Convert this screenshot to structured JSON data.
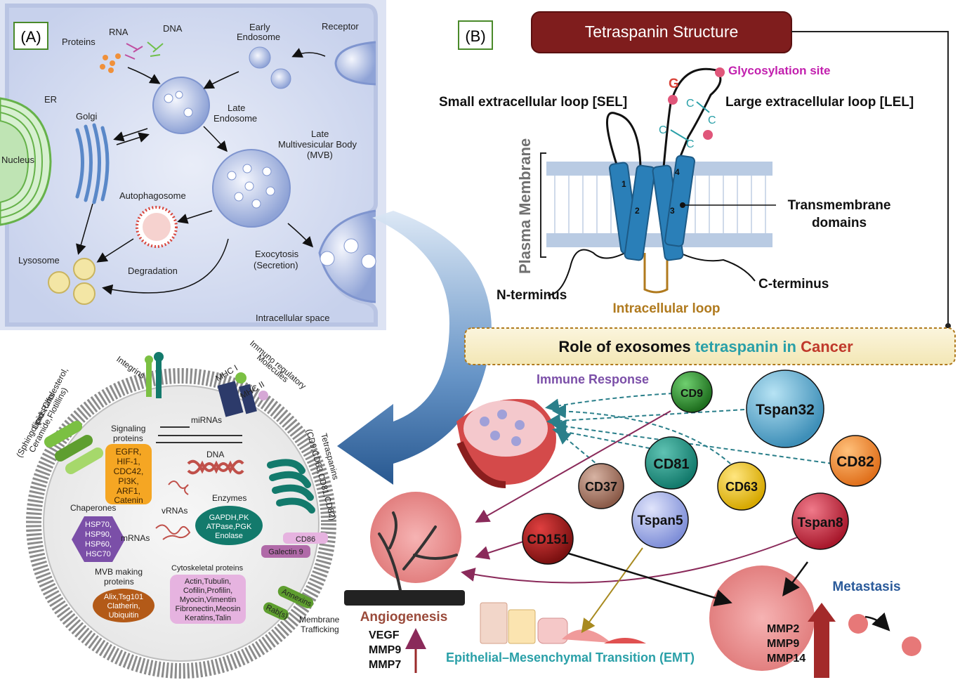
{
  "panelA": {
    "label": "(A)",
    "cell": {
      "proteins": "Proteins",
      "rna": "RNA",
      "dna": "DNA",
      "early_endosome_1": "Early",
      "early_endosome_2": "Endosome",
      "receptor": "Receptor",
      "er": "ER",
      "golgi": "Golgi",
      "nucleus": "Nucleus",
      "late_endosome_1": "Late",
      "late_endosome_2": "Endosome",
      "mvb_1": "Late",
      "mvb_2": "Multivesicular Body",
      "mvb_3": "(MVB)",
      "autophagosome": "Autophagosome",
      "lysosome": "Lysosome",
      "degradation": "Degradation",
      "exocytosis_1": "Exocytosis",
      "exocytosis_2": "(Secretion)",
      "intracellular_space": "Intracellular space"
    },
    "exosome": {
      "lipid_rafts_1": "Lipid Rafts",
      "lipid_rafts_2": "(Sphingolipids,Cholesterol,",
      "lipid_rafts_3": "Ceramide,Flotillins)",
      "integrins": "Integrins",
      "mhc1": "MHC I",
      "mhc2": "MHC II",
      "immuno_1": "Immuno regulatory",
      "immuno_2": "Molecules",
      "tetraspanins_1": "Tetraspanins",
      "tetraspanins_2": "(CD9,CD63,CD81,CD82)",
      "signaling_1": "Signaling",
      "signaling_2": "proteins",
      "signaling_items": [
        "EGFR,",
        "HIF-1,",
        "CDC42,",
        "PI3K,",
        "ARF1,",
        "Catenin"
      ],
      "mirnas": "miRNAs",
      "dna": "DNA",
      "chaperones": "Chaperones",
      "chaperone_items": [
        "HSP70,",
        "HSP90,",
        "HSP60,",
        "HSC70"
      ],
      "vrnas": "vRNAs",
      "mrnas": "mRNAs",
      "enzymes": "Enzymes",
      "enzyme_items": [
        "GAPDH,PK",
        "ATPase,PGK",
        "Enolase"
      ],
      "cd86": "CD86",
      "galectin": "Galectin 9",
      "mvb_making_1": "MVB making",
      "mvb_making_2": "proteins",
      "mvb_items": [
        "Alix,Tsg101",
        "Clatherin,",
        "Ubiquitin"
      ],
      "cyto_title": "Cytoskeletal proteins",
      "cyto_items": [
        "Actin,Tubulin,",
        "Cofilin,Profilin,",
        "Myocin,Vimentin",
        "Fibronectin,Meosin",
        "Keratins,Talin"
      ],
      "annexins": "Annexins",
      "rabs": "Rab(s)",
      "membrane_1": "Membrane",
      "membrane_2": "Trafficking"
    }
  },
  "panelB": {
    "label": "(B)",
    "title": "Tetraspanin Structure",
    "glycosylation": "Glycosylation site",
    "g": "G",
    "c": "C",
    "sel": "Small extracellular loop [SEL]",
    "lel": "Large  extracellular loop [LEL]",
    "plasma_membrane": "Plasma Membrane",
    "transmembrane_1": "Transmembrane",
    "transmembrane_2": "domains",
    "n_terminus": "N-terminus",
    "c_terminus": "C-terminus",
    "intracellular_loop": "Intracellular loop",
    "domains": [
      "1",
      "2",
      "3",
      "4"
    ],
    "role_part1": "Role of exosomes ",
    "role_part2": "tetraspanin in ",
    "role_part3": "Cancer",
    "immune_response": "Immune Response",
    "spheres": [
      "CD9",
      "Tspan32",
      "CD81",
      "CD82",
      "CD37",
      "CD63",
      "Tspan5",
      "Tspan8",
      "CD151"
    ],
    "metastasis": "Metastasis",
    "angiogenesis": "Angiogenesis",
    "angio_markers": [
      "VEGF",
      "MMP9",
      "MMP7"
    ],
    "metastasis_markers": [
      "MMP2",
      "MMP9",
      "MMP14"
    ],
    "emt": "Epithelial–Mesenchymal Transition (EMT)"
  },
  "colors": {
    "title_bar": "#7f1d1d",
    "green_label_border": "#4a8a2a",
    "tetraspanin_blue": "#2a7fb8",
    "glyco_magenta": "#c21fae",
    "intracellular_brown": "#b07a1e",
    "teal_text": "#2aa0a8",
    "cancer_red": "#c0392b",
    "immune_purple": "#7b4fa8",
    "metastasis_blue": "#2a5a9a",
    "emt_teal": "#2aa0a8"
  }
}
